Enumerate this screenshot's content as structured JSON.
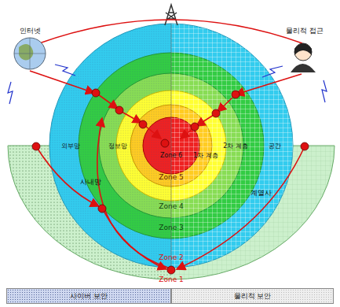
{
  "diagram": {
    "nodes": [
      {
        "text": [
          "사이버 보안"
        ]
      },
      {
        "text": [
          "물리적 보안"
        ]
      }
    ],
    "labels": [
      "인터넷",
      "물리적 접근",
      "Zone 1",
      "Zone 2",
      "Zone 3",
      "Zone 4",
      "Zone 5",
      "Zone 6",
      "사내망",
      "계열사",
      "외부망",
      "정보망",
      "1차 계층",
      "2차 계층",
      "공간"
    ]
  }
}
